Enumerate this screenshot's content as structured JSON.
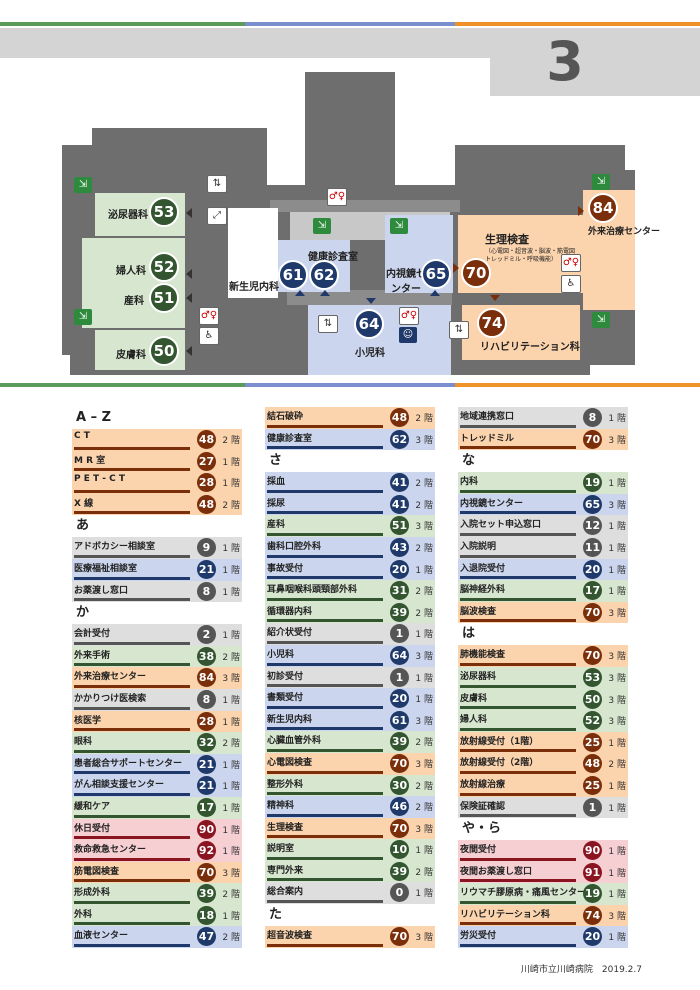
{
  "floor": "3",
  "colors": {
    "green": "#5a9a5a",
    "blue": "#7b8fcf",
    "orange": "#f0922a"
  },
  "map": {
    "rooms": [
      {
        "num": "53",
        "label": "泌尿器科"
      },
      {
        "num": "52",
        "label": "婦人科"
      },
      {
        "num": "51",
        "label": "産科"
      },
      {
        "num": "50",
        "label": "皮膚科"
      },
      {
        "num": "61",
        "label": "新生児内科"
      },
      {
        "num": "62",
        "label": "健康診査室"
      },
      {
        "num": "64",
        "label": "小児科"
      },
      {
        "num": "65",
        "label": "内視鏡センター"
      },
      {
        "num": "70",
        "label": "生理検査",
        "sub1": "（心電図・超音波・脳波・筋電図",
        "sub2": "トレッドミル・呼吸機能）"
      },
      {
        "num": "74",
        "label": "リハビリテーション科"
      },
      {
        "num": "84",
        "label": "外来治療センター"
      }
    ]
  },
  "columns": [
    {
      "sections": [
        {
          "heading": "A – Z",
          "rows": [
            {
              "name": "C T",
              "num": "48",
              "floor": "2 階",
              "color": "orange"
            },
            {
              "name": "M R 室",
              "num": "27",
              "floor": "1 階",
              "color": "orange"
            },
            {
              "name": "P E T - C T",
              "num": "28",
              "floor": "1 階",
              "color": "orange"
            },
            {
              "name": "X 線",
              "num": "48",
              "floor": "2 階",
              "color": "orange"
            }
          ]
        },
        {
          "heading": "あ",
          "rows": [
            {
              "name": "アドボカシー相談室",
              "num": "9",
              "floor": "1 階",
              "color": "grey"
            },
            {
              "name": "医療福祉相談室",
              "num": "21",
              "floor": "1 階",
              "color": "blue"
            },
            {
              "name": "お薬渡し窓口",
              "num": "8",
              "floor": "1 階",
              "color": "grey"
            }
          ]
        },
        {
          "heading": "か",
          "rows": [
            {
              "name": "会計受付",
              "num": "2",
              "floor": "1 階",
              "color": "grey"
            },
            {
              "name": "外来手術",
              "num": "38",
              "floor": "2 階",
              "color": "green"
            },
            {
              "name": "外来治療センター",
              "num": "84",
              "floor": "3 階",
              "color": "orange"
            },
            {
              "name": "かかりつけ医検索",
              "num": "8",
              "floor": "1 階",
              "color": "grey"
            },
            {
              "name": "核医学",
              "num": "28",
              "floor": "1 階",
              "color": "orange"
            },
            {
              "name": "眼科",
              "num": "32",
              "floor": "2 階",
              "color": "green"
            },
            {
              "name": "患者総合サポートセンター",
              "num": "21",
              "floor": "1 階",
              "color": "blue"
            },
            {
              "name": "がん相談支援センター",
              "num": "21",
              "floor": "1 階",
              "color": "blue"
            },
            {
              "name": "緩和ケア",
              "num": "17",
              "floor": "1 階",
              "color": "green"
            },
            {
              "name": "休日受付",
              "num": "90",
              "floor": "1 階",
              "color": "pink"
            },
            {
              "name": "救命救急センター",
              "num": "92",
              "floor": "1 階",
              "color": "pink"
            },
            {
              "name": "筋電図検査",
              "num": "70",
              "floor": "3 階",
              "color": "orange"
            },
            {
              "name": "形成外科",
              "num": "39",
              "floor": "2 階",
              "color": "green"
            },
            {
              "name": "外科",
              "num": "18",
              "floor": "1 階",
              "color": "green"
            },
            {
              "name": "血液センター",
              "num": "47",
              "floor": "2 階",
              "color": "blue"
            }
          ]
        }
      ]
    },
    {
      "sections": [
        {
          "heading": "",
          "rows": [
            {
              "name": "結石破砕",
              "num": "48",
              "floor": "2 階",
              "color": "orange"
            },
            {
              "name": "健康診査室",
              "num": "62",
              "floor": "3 階",
              "color": "blue"
            }
          ]
        },
        {
          "heading": "さ",
          "rows": [
            {
              "name": "採血",
              "num": "41",
              "floor": "2 階",
              "color": "blue"
            },
            {
              "name": "採尿",
              "num": "41",
              "floor": "2 階",
              "color": "blue"
            },
            {
              "name": "産科",
              "num": "51",
              "floor": "3 階",
              "color": "green"
            },
            {
              "name": "歯科口腔外科",
              "num": "43",
              "floor": "2 階",
              "color": "blue"
            },
            {
              "name": "事故受付",
              "num": "20",
              "floor": "1 階",
              "color": "blue"
            },
            {
              "name": "耳鼻咽喉科頭頸部外科",
              "num": "31",
              "floor": "2 階",
              "color": "green"
            },
            {
              "name": "循環器内科",
              "num": "39",
              "floor": "2 階",
              "color": "green"
            },
            {
              "name": "紹介状受付",
              "num": "1",
              "floor": "1 階",
              "color": "grey"
            },
            {
              "name": "小児科",
              "num": "64",
              "floor": "3 階",
              "color": "blue"
            },
            {
              "name": "初診受付",
              "num": "1",
              "floor": "1 階",
              "color": "grey"
            },
            {
              "name": "書類受付",
              "num": "20",
              "floor": "1 階",
              "color": "blue"
            },
            {
              "name": "新生児内科",
              "num": "61",
              "floor": "3 階",
              "color": "blue"
            },
            {
              "name": "心臓血管外科",
              "num": "39",
              "floor": "2 階",
              "color": "green"
            },
            {
              "name": "心電図検査",
              "num": "70",
              "floor": "3 階",
              "color": "orange"
            },
            {
              "name": "整形外科",
              "num": "30",
              "floor": "2 階",
              "color": "green"
            },
            {
              "name": "精神科",
              "num": "46",
              "floor": "2 階",
              "color": "blue"
            },
            {
              "name": "生理検査",
              "num": "70",
              "floor": "3 階",
              "color": "orange"
            },
            {
              "name": "説明室",
              "num": "10",
              "floor": "1 階",
              "color": "green"
            },
            {
              "name": "専門外来",
              "num": "39",
              "floor": "2 階",
              "color": "green"
            },
            {
              "name": "総合案内",
              "num": "0",
              "floor": "1 階",
              "color": "grey"
            }
          ]
        },
        {
          "heading": "た",
          "rows": [
            {
              "name": "超音波検査",
              "num": "70",
              "floor": "3 階",
              "color": "orange"
            }
          ]
        }
      ]
    },
    {
      "sections": [
        {
          "heading": "",
          "rows": [
            {
              "name": "地域連携窓口",
              "num": "8",
              "floor": "1 階",
              "color": "grey"
            },
            {
              "name": "トレッドミル",
              "num": "70",
              "floor": "3 階",
              "color": "orange"
            }
          ]
        },
        {
          "heading": "な",
          "rows": [
            {
              "name": "内科",
              "num": "19",
              "floor": "1 階",
              "color": "green"
            },
            {
              "name": "内視鏡センター",
              "num": "65",
              "floor": "3 階",
              "color": "blue"
            },
            {
              "name": "入院セット申込窓口",
              "num": "12",
              "floor": "1 階",
              "color": "grey"
            },
            {
              "name": "入院説明",
              "num": "11",
              "floor": "1 階",
              "color": "grey"
            },
            {
              "name": "入退院受付",
              "num": "20",
              "floor": "1 階",
              "color": "blue"
            },
            {
              "name": "脳神経外科",
              "num": "17",
              "floor": "1 階",
              "color": "green"
            },
            {
              "name": "脳波検査",
              "num": "70",
              "floor": "3 階",
              "color": "orange"
            }
          ]
        },
        {
          "heading": "は",
          "rows": [
            {
              "name": "肺機能検査",
              "num": "70",
              "floor": "3 階",
              "color": "orange"
            },
            {
              "name": "泌尿器科",
              "num": "53",
              "floor": "3 階",
              "color": "green"
            },
            {
              "name": "皮膚科",
              "num": "50",
              "floor": "3 階",
              "color": "green"
            },
            {
              "name": "婦人科",
              "num": "52",
              "floor": "3 階",
              "color": "green"
            },
            {
              "name": "放射線受付（1階）",
              "num": "25",
              "floor": "1 階",
              "color": "orange"
            },
            {
              "name": "放射線受付（2階）",
              "num": "48",
              "floor": "2 階",
              "color": "orange"
            },
            {
              "name": "放射線治療",
              "num": "25",
              "floor": "1 階",
              "color": "orange"
            },
            {
              "name": "保険証確認",
              "num": "1",
              "floor": "1 階",
              "color": "grey"
            }
          ]
        },
        {
          "heading": "や・ら",
          "rows": [
            {
              "name": "夜間受付",
              "num": "90",
              "floor": "1 階",
              "color": "pink"
            },
            {
              "name": "夜間お薬渡し窓口",
              "num": "91",
              "floor": "1 階",
              "color": "pink"
            },
            {
              "name": "リウマチ膠原病・痛風センター",
              "num": "19",
              "floor": "1 階",
              "color": "green"
            },
            {
              "name": "リハビリテーション科",
              "num": "74",
              "floor": "3 階",
              "color": "orange"
            },
            {
              "name": "労災受付",
              "num": "20",
              "floor": "1 階",
              "color": "blue"
            }
          ]
        }
      ]
    }
  ],
  "footer": "川崎市立川崎病院　2019.2.7"
}
